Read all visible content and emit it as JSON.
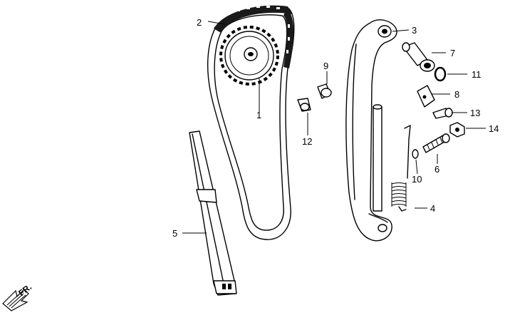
{
  "callouts": {
    "c1": "1",
    "c2": "2",
    "c3": "3",
    "c4": "4",
    "c5": "5",
    "c6": "6",
    "c7": "7",
    "c8": "8",
    "c9": "9",
    "c10": "10",
    "c11": "11",
    "c12": "12",
    "c13": "13",
    "c14": "14"
  },
  "direction_marker": {
    "label": "FR."
  }
}
